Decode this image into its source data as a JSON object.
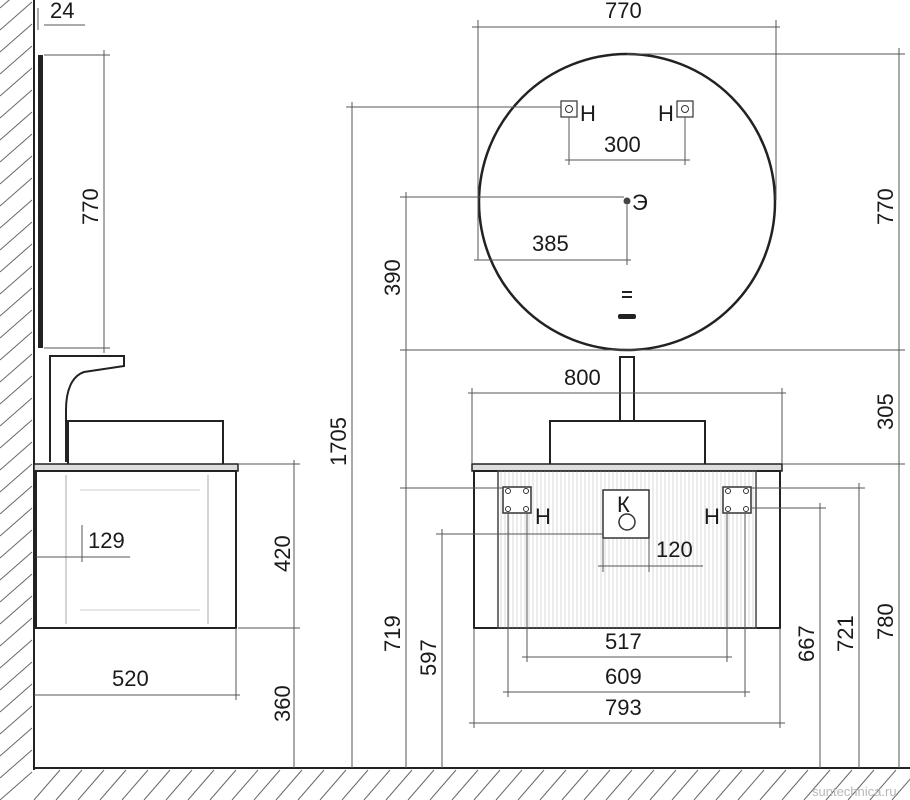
{
  "side_view": {
    "mirror_depth": "24",
    "mirror_height": "770",
    "drain_offset": "129",
    "cabinet_height": "420",
    "cabinet_depth": "520",
    "floor_clearance": "360"
  },
  "front_view": {
    "mirror_diameter": "770",
    "mirror_height": "770",
    "connections_spacing": "300",
    "electric_offset": "385",
    "electric_height": "390",
    "total_height": "1705",
    "mirror_gap": "305",
    "top_width": "800",
    "drain_spacing": "120",
    "dim_517": "517",
    "dim_609": "609",
    "body_width": "793",
    "height_719": "719",
    "height_597": "597",
    "height_667": "667",
    "height_721": "721",
    "height_780": "780"
  },
  "markers": {
    "cold_water": "Н",
    "electric": "Э",
    "sewer": "К"
  },
  "watermark": "suntechnica.ru"
}
